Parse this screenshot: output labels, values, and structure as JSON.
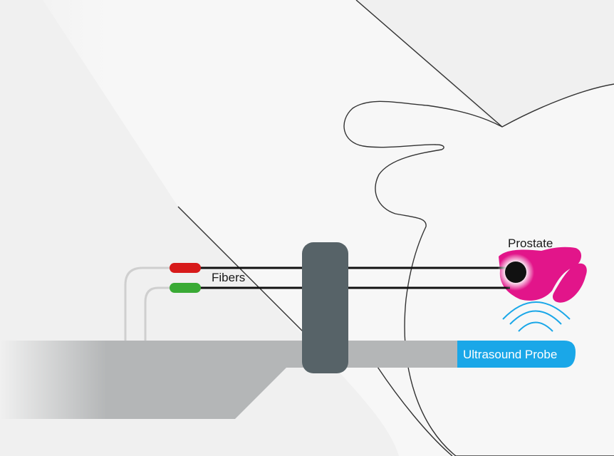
{
  "labels": {
    "prostate": "Prostate",
    "fibers": "Fibers",
    "ultrasound_probe": "Ultrasound Probe"
  },
  "colors": {
    "background": "#f0f0f0",
    "probe_body": "#b4b6b7",
    "probe_tip": "#1aa7e8",
    "guide_block": "#576368",
    "prostate": "#e2158a",
    "tumor": "#111111",
    "fiber_red": "#d71a1a",
    "fiber_green": "#3aaa35",
    "outline": "#333333",
    "wave": "#1aa7e8"
  }
}
